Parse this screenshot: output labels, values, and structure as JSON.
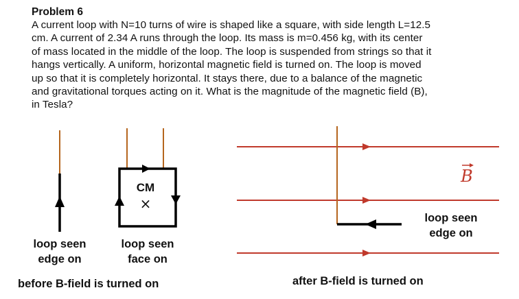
{
  "problem": {
    "title": "Problem 6",
    "lines": [
      "A current loop with N=10 turns of wire is shaped like a square, with side length L=12.5",
      "cm. A current of 2.34 A runs through the loop. Its mass is m=0.456 kg, with its center",
      "of mass located in the middle of the loop. The loop is suspended from strings so that it",
      "hangs vertically. A uniform, horizontal magnetic field is turned on. The loop is moved",
      "up so that it is completely horizontal. It stays there, due to a balance of the magnetic",
      "and gravitational torques acting on it. What is the magnitude of the magnetic field (B),",
      "in Tesla?"
    ]
  },
  "figure": {
    "cm_label": "CM",
    "cm_marker": "×",
    "b_field_symbol": "B",
    "labels": {
      "edge_on_left_line1": "loop seen",
      "edge_on_left_line2": "edge on",
      "face_on_line1": "loop seen",
      "face_on_line2": "face on",
      "edge_on_right_line1": "loop seen",
      "edge_on_right_line2": "edge on"
    },
    "captions": {
      "before": "before B-field is turned on",
      "after": "after B-field is turned on"
    },
    "colors": {
      "string": "#b5651d",
      "field_line": "#c0392b",
      "loop": "#000000"
    }
  }
}
